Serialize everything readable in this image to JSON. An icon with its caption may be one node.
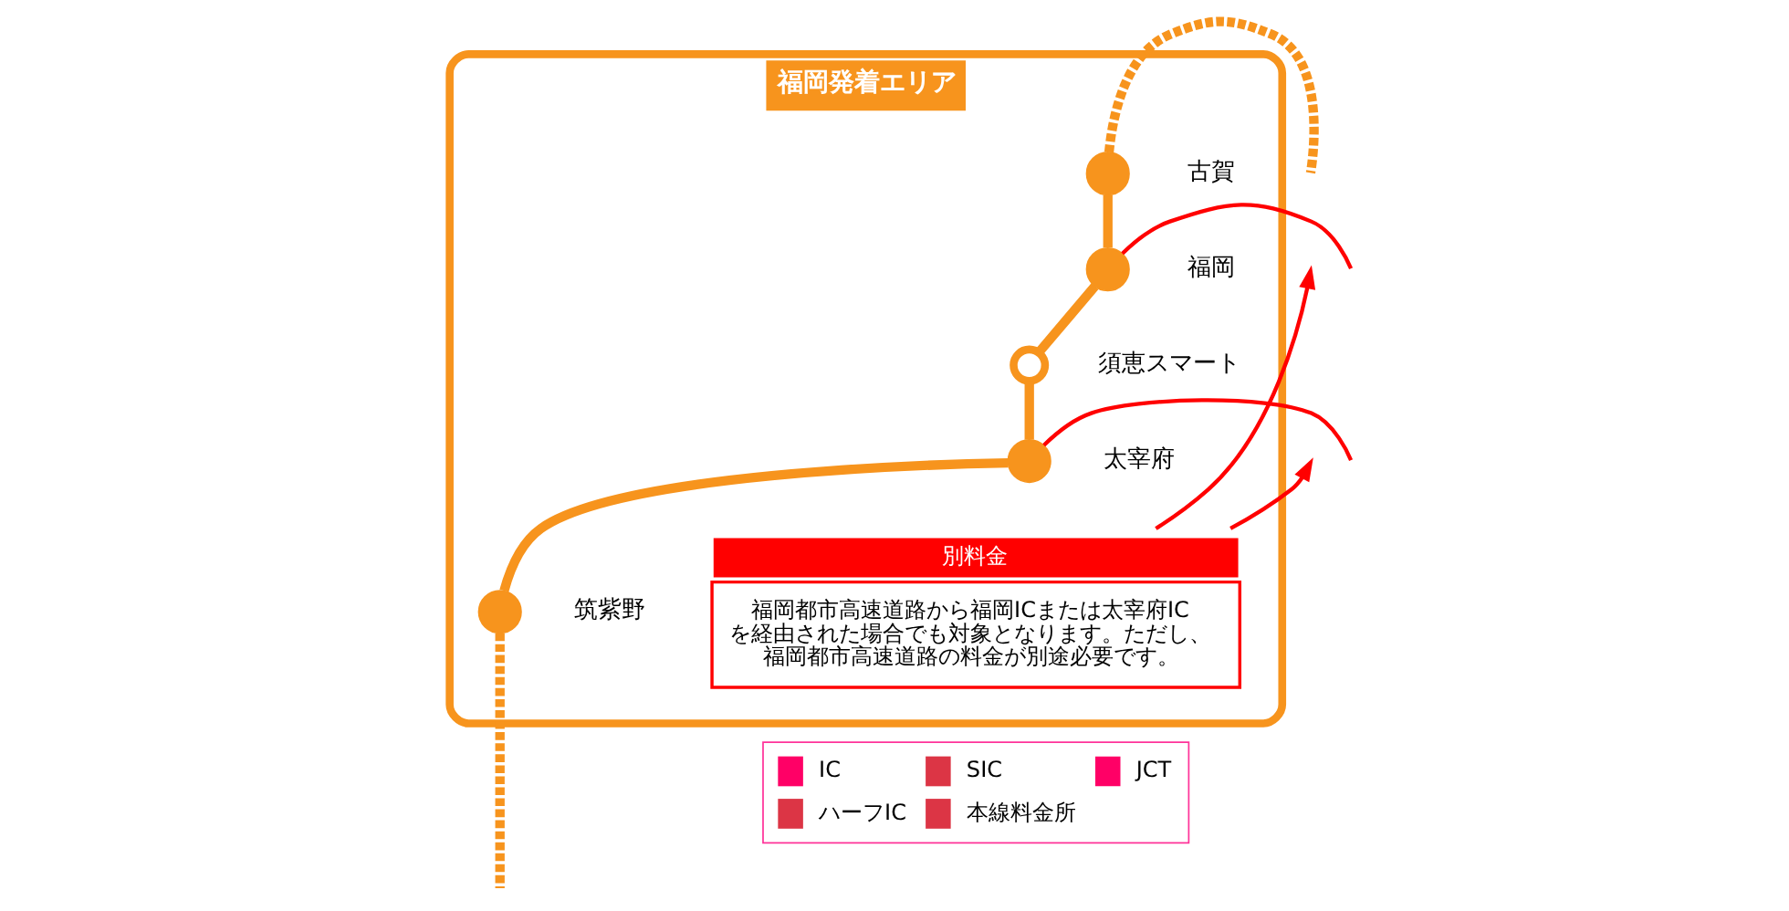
{
  "diagram": {
    "nodes": [
      {
        "text": [
          "福岡発着エリア"
        ]
      },
      {
        "text": [],
        "shape": "circle",
        "beside": [
          "古賀"
        ],
        "in": 0
      },
      {
        "text": [],
        "shape": "circle",
        "beside": [
          "福岡"
        ],
        "in": 0
      },
      {
        "text": [],
        "shape": "circle",
        "beside": [
          "須恵スマート"
        ],
        "in": 0
      },
      {
        "text": [],
        "shape": "circle",
        "beside": [
          "太宰府"
        ],
        "in": 0
      },
      {
        "text": [],
        "shape": "circle",
        "beside": [
          "筑紫野"
        ],
        "in": 0
      },
      {
        "text": [
          "別料金",
          "福岡都市高速道路から福岡ICまたは太宰府ICを経由された場合でも対象となります。ただし、福岡都市高速道路の料金が別途必要です。"
        ],
        "in": 0
      }
    ],
    "edges": [
      {
        "from": 1,
        "to": 2,
        "arrow": "none"
      },
      {
        "from": 2,
        "to": 3,
        "arrow": "none"
      },
      {
        "from": 3,
        "to": 4,
        "arrow": "none"
      },
      {
        "from": 4,
        "to": 5,
        "arrow": "none"
      },
      {
        "from": 1,
        "to": null,
        "arrow": "none",
        "style": "dashed"
      },
      {
        "from": 5,
        "to": null,
        "arrow": "none",
        "style": "dashed"
      },
      {
        "from": null,
        "to": 2,
        "arrow": "none",
        "color": "#ff0000"
      },
      {
        "from": null,
        "to": 4,
        "arrow": "none",
        "color": "#ff0000"
      },
      {
        "from": 6,
        "to": null,
        "arrow": "to",
        "color": "#ff0000"
      },
      {
        "from": 6,
        "to": null,
        "arrow": "to",
        "color": "#ff0000"
      }
    ],
    "legend": [
      {
        "text": "IC",
        "color": "#ff0066"
      },
      {
        "text": "SIC",
        "color": "#dc3545"
      },
      {
        "text": "JCT",
        "color": "#ff0066"
      },
      {
        "text": "ハーフIC",
        "color": "#dc3545"
      },
      {
        "text": "本線料金所",
        "color": "#dc3545"
      }
    ]
  }
}
